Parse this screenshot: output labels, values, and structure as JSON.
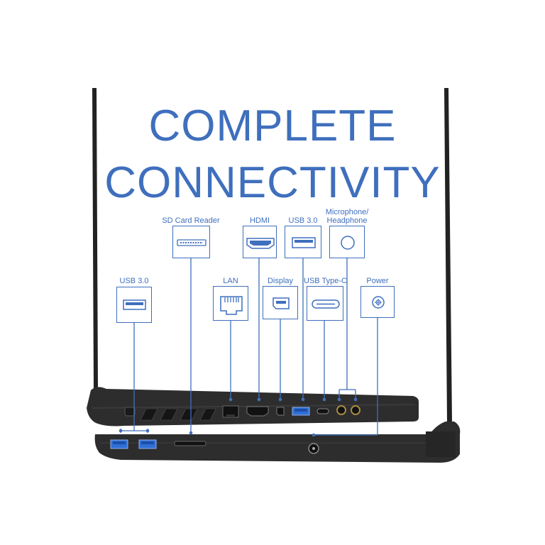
{
  "headline": {
    "line1": "COMPLETE",
    "line2": "CONNECTIVITY"
  },
  "port_labels": {
    "usb_left": "USB 3.0",
    "sd_card": "SD Card Reader",
    "lan": "LAN",
    "hdmi": "HDMI",
    "display": "Display",
    "usb_top": "USB 3.0",
    "usb_type_c": "USB Type-C",
    "mic_line1": "Microphone/",
    "mic_line2": "Headphone",
    "power": "Power"
  },
  "colors": {
    "accent": "#3f6fbd",
    "laptop_body": "#2b2b2b",
    "usb_blue": "#2f6fd6"
  }
}
